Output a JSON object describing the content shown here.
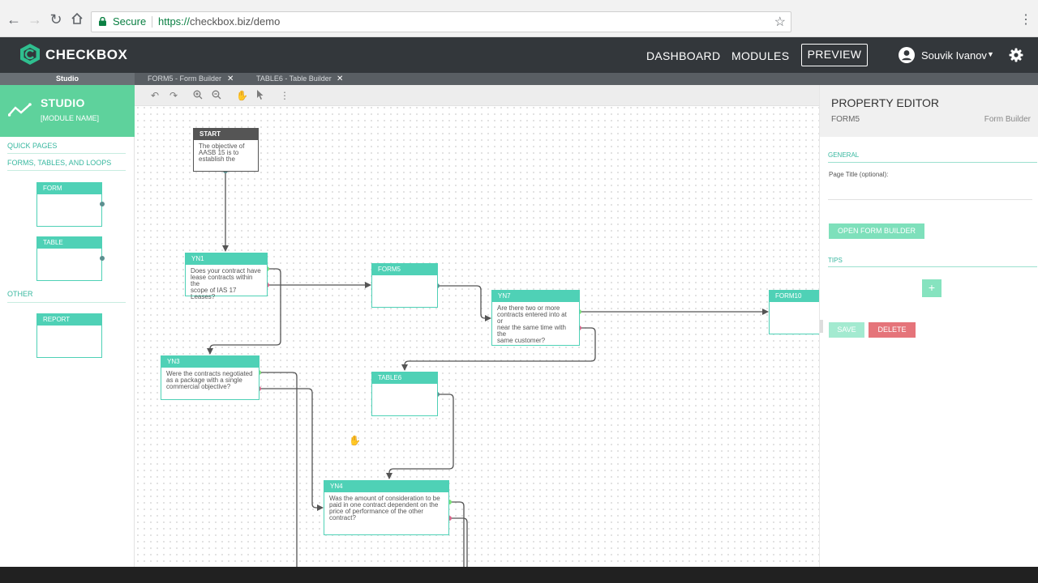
{
  "browser": {
    "secure_label": "Secure",
    "url_protocol": "https://",
    "url_rest": "checkbox.biz/demo"
  },
  "header": {
    "brand": "CHECKBOX",
    "nav": {
      "dashboard": "DASHBOARD",
      "modules": "MODULES",
      "preview": "PREVIEW"
    },
    "user_name": "Souvik Ivanov"
  },
  "tabs": {
    "studio": "Studio",
    "items": [
      {
        "label": "FORM5 - Form Builder"
      },
      {
        "label": "TABLE6 - Table Builder"
      }
    ]
  },
  "sidebar": {
    "title": "STUDIO",
    "module": "[MODULE NAME]",
    "quick_pages": "QUICK PAGES",
    "forms_tables_loops": "FORMS, TABLES, AND LOOPS",
    "other": "OTHER",
    "palette": {
      "form": "FORM",
      "table": "TABLE",
      "report": "REPORT"
    }
  },
  "flow": {
    "nodes": {
      "start": {
        "title": "START",
        "text": [
          "The objective of",
          "AASB 15 is to",
          "establish the"
        ]
      },
      "yn1": {
        "title": "YN1",
        "text": [
          "Does your contract have",
          "lease contracts within the",
          "scope of IAS 17 Leases?"
        ]
      },
      "form5": {
        "title": "FORM5"
      },
      "yn7": {
        "title": "YN7",
        "text": [
          "Are there two or more",
          "contracts entered into at or",
          "near the same time with the",
          "same customer?"
        ]
      },
      "form10": {
        "title": "FORM10"
      },
      "yn3": {
        "title": "YN3",
        "text": [
          "Were the contracts negotiated",
          "as a package with a single",
          "commercial objective?"
        ]
      },
      "table6": {
        "title": "TABLE6"
      },
      "yn4": {
        "title": "YN4",
        "text": [
          "Was the amount of consideration to be",
          "paid in one contract dependent on the",
          "price of performance of the other",
          "contract?"
        ]
      }
    }
  },
  "property_editor": {
    "title": "PROPERTY EDITOR",
    "item": "FORM5",
    "type": "Form Builder",
    "general": "GENERAL",
    "page_title_label": "Page Title (optional):",
    "page_title_value": "",
    "open_form_builder": "OPEN FORM BUILDER",
    "tips": "TIPS",
    "add": "+",
    "save": "SAVE",
    "delete": "DELETE"
  },
  "colors": {
    "accent": "#4fd1b6",
    "studio_green": "#5ed29c",
    "header_dark": "#33373b",
    "delete_red": "#e5747a",
    "yes_port": "#7be37b",
    "no_port": "#d9668c"
  }
}
